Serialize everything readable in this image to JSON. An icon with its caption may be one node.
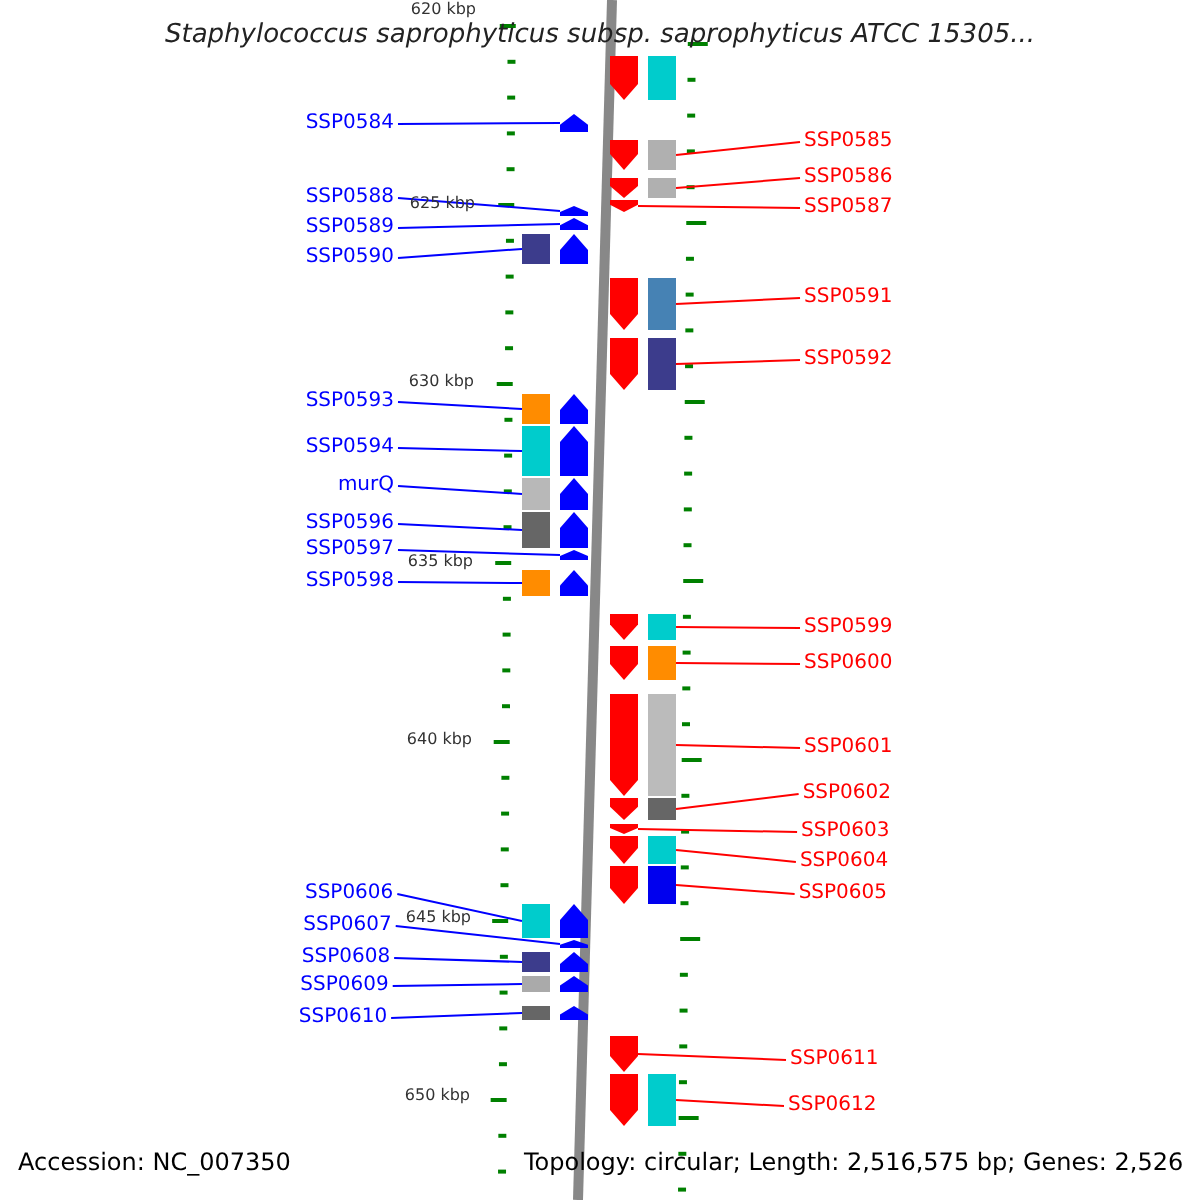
{
  "diagram": {
    "title": "Staphylococcus saprophyticus subsp. saprophyticus ATCC 15305...",
    "nodes": [
      {
        "text": [],
        "shape": "arrow"
      },
      {
        "text": [
          "SSP0584"
        ]
      },
      {
        "text": [],
        "shape": "arrow"
      },
      {
        "text": [
          "SSP0585"
        ]
      },
      {
        "text": [],
        "shape": "arrow"
      },
      {
        "text": [
          "SSP0586"
        ]
      },
      {
        "text": [],
        "shape": "arrow"
      },
      {
        "text": [
          "SSP0588"
        ]
      },
      {
        "text": [],
        "shape": "arrow"
      },
      {
        "text": [
          "SSP0587"
        ]
      },
      {
        "text": [],
        "shape": "arrow"
      },
      {
        "text": [
          "SSP0589"
        ]
      },
      {
        "text": [],
        "shape": "arrow"
      },
      {
        "text": [
          "SSP0590"
        ]
      },
      {
        "text": [],
        "shape": "arrow"
      },
      {
        "text": [
          "SSP0591"
        ]
      },
      {
        "text": [],
        "shape": "arrow"
      },
      {
        "text": [
          "SSP0592"
        ]
      },
      {
        "text": [],
        "shape": "arrow"
      },
      {
        "text": [
          "SSP0593"
        ]
      },
      {
        "text": [],
        "shape": "arrow"
      },
      {
        "text": [
          "SSP0594"
        ]
      },
      {
        "text": [],
        "shape": "arrow"
      },
      {
        "text": [
          "murQ"
        ]
      },
      {
        "text": [],
        "shape": "arrow"
      },
      {
        "text": [
          "SSP0596"
        ]
      },
      {
        "text": [],
        "shape": "arrow"
      },
      {
        "text": [
          "SSP0597"
        ]
      },
      {
        "text": [],
        "shape": "arrow"
      },
      {
        "text": [
          "SSP0598"
        ]
      },
      {
        "text": [],
        "shape": "arrow"
      },
      {
        "text": [
          "SSP0599"
        ]
      },
      {
        "text": [],
        "shape": "arrow"
      },
      {
        "text": [
          "SSP0600"
        ]
      },
      {
        "text": [],
        "shape": "arrow"
      },
      {
        "text": [
          "SSP0601"
        ]
      },
      {
        "text": [],
        "shape": "arrow"
      },
      {
        "text": [
          "SSP0602"
        ]
      },
      {
        "text": [],
        "shape": "arrow"
      },
      {
        "text": [
          "SSP0603"
        ]
      },
      {
        "text": [],
        "shape": "arrow"
      },
      {
        "text": [
          "SSP0604"
        ]
      },
      {
        "text": [],
        "shape": "arrow"
      },
      {
        "text": [
          "SSP0606"
        ]
      },
      {
        "text": [],
        "shape": "arrow"
      },
      {
        "text": [
          "SSP0605"
        ]
      },
      {
        "text": [],
        "shape": "arrow"
      },
      {
        "text": [
          "SSP0607"
        ]
      },
      {
        "text": [],
        "shape": "arrow"
      },
      {
        "text": [
          "SSP0608"
        ]
      },
      {
        "text": [],
        "shape": "arrow"
      },
      {
        "text": [
          "SSP0609"
        ]
      },
      {
        "text": [],
        "shape": "arrow"
      },
      {
        "text": [
          "SSP0610"
        ]
      },
      {
        "text": [],
        "shape": "arrow"
      },
      {
        "text": [
          "SSP0611"
        ]
      },
      {
        "text": [],
        "shape": "arrow"
      },
      {
        "text": [
          "SSP0612"
        ]
      },
      {
        "text": [],
        "shape": "arrow"
      }
    ],
    "edges": [
      {
        "from": 1,
        "to": 2,
        "arrow": "none"
      },
      {
        "from": 3,
        "to": 4,
        "arrow": "none",
        "color": "#ff0000"
      },
      {
        "from": 5,
        "to": 6,
        "arrow": "none",
        "color": "#ff0000"
      },
      {
        "from": 7,
        "to": 8,
        "arrow": "none"
      },
      {
        "from": 9,
        "to": 10,
        "arrow": "none",
        "color": "#ff0000"
      },
      {
        "from": 11,
        "to": 12,
        "arrow": "none"
      },
      {
        "from": 13,
        "to": 14,
        "arrow": "none"
      },
      {
        "from": 15,
        "to": 16,
        "arrow": "none",
        "color": "#ff0000"
      },
      {
        "from": 17,
        "to": 18,
        "arrow": "none",
        "color": "#ff0000"
      },
      {
        "from": 19,
        "to": 20,
        "arrow": "none"
      },
      {
        "from": 21,
        "to": 22,
        "arrow": "none"
      },
      {
        "from": 23,
        "to": 24,
        "arrow": "none"
      },
      {
        "from": 25,
        "to": 26,
        "arrow": "none"
      },
      {
        "from": 27,
        "to": 28,
        "arrow": "none"
      },
      {
        "from": 29,
        "to": 30,
        "arrow": "none"
      },
      {
        "from": 31,
        "to": 32,
        "arrow": "none",
        "color": "#ff0000"
      },
      {
        "from": 33,
        "to": 34,
        "arrow": "none",
        "color": "#ff0000"
      },
      {
        "from": 35,
        "to": 36,
        "arrow": "none",
        "color": "#ff0000"
      },
      {
        "from": 37,
        "to": 38,
        "arrow": "none",
        "color": "#ff0000"
      },
      {
        "from": 39,
        "to": 40,
        "arrow": "none",
        "color": "#ff0000"
      },
      {
        "from": 41,
        "to": 42,
        "arrow": "none",
        "color": "#ff0000"
      },
      {
        "from": 43,
        "to": 44,
        "arrow": "none"
      },
      {
        "from": 45,
        "to": 46,
        "arrow": "none",
        "color": "#ff0000"
      },
      {
        "from": 47,
        "to": 48,
        "arrow": "none"
      },
      {
        "from": 49,
        "to": 50,
        "arrow": "none"
      },
      {
        "from": 51,
        "to": 52,
        "arrow": "none"
      },
      {
        "from": 53,
        "to": 54,
        "arrow": "none"
      },
      {
        "from": 55,
        "to": 56,
        "arrow": "none",
        "color": "#ff0000"
      },
      {
        "from": 57,
        "to": 58,
        "arrow": "none",
        "color": "#ff0000"
      }
    ],
    "labels": [
      "620 kbp",
      "625 kbp",
      "630 kbp",
      "635 kbp",
      "640 kbp",
      "645 kbp",
      "650 kbp",
      "Accession: NC_007350",
      "Topology: circular; Length: 2,516,575 bp; Genes: 2,526"
    ]
  }
}
